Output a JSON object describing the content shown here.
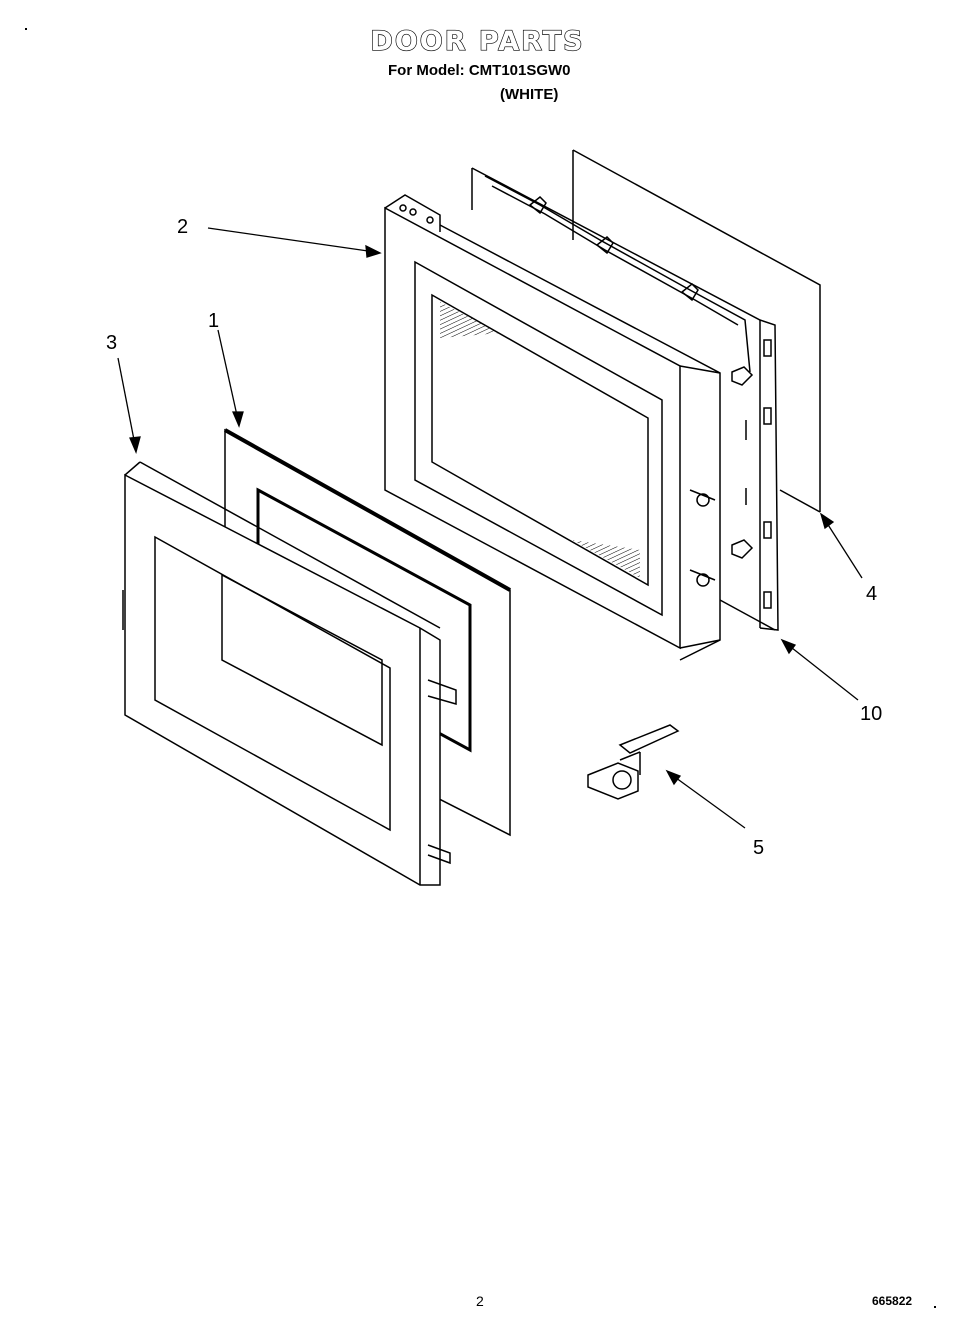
{
  "header": {
    "title": "DOOR PARTS",
    "model_line": "For Model: CMT101SGW0",
    "color_line": "(WHITE)"
  },
  "callouts": [
    "1",
    "2",
    "3",
    "4",
    "5",
    "10"
  ],
  "footer": {
    "page_number": "2",
    "doc_code": "665822"
  }
}
